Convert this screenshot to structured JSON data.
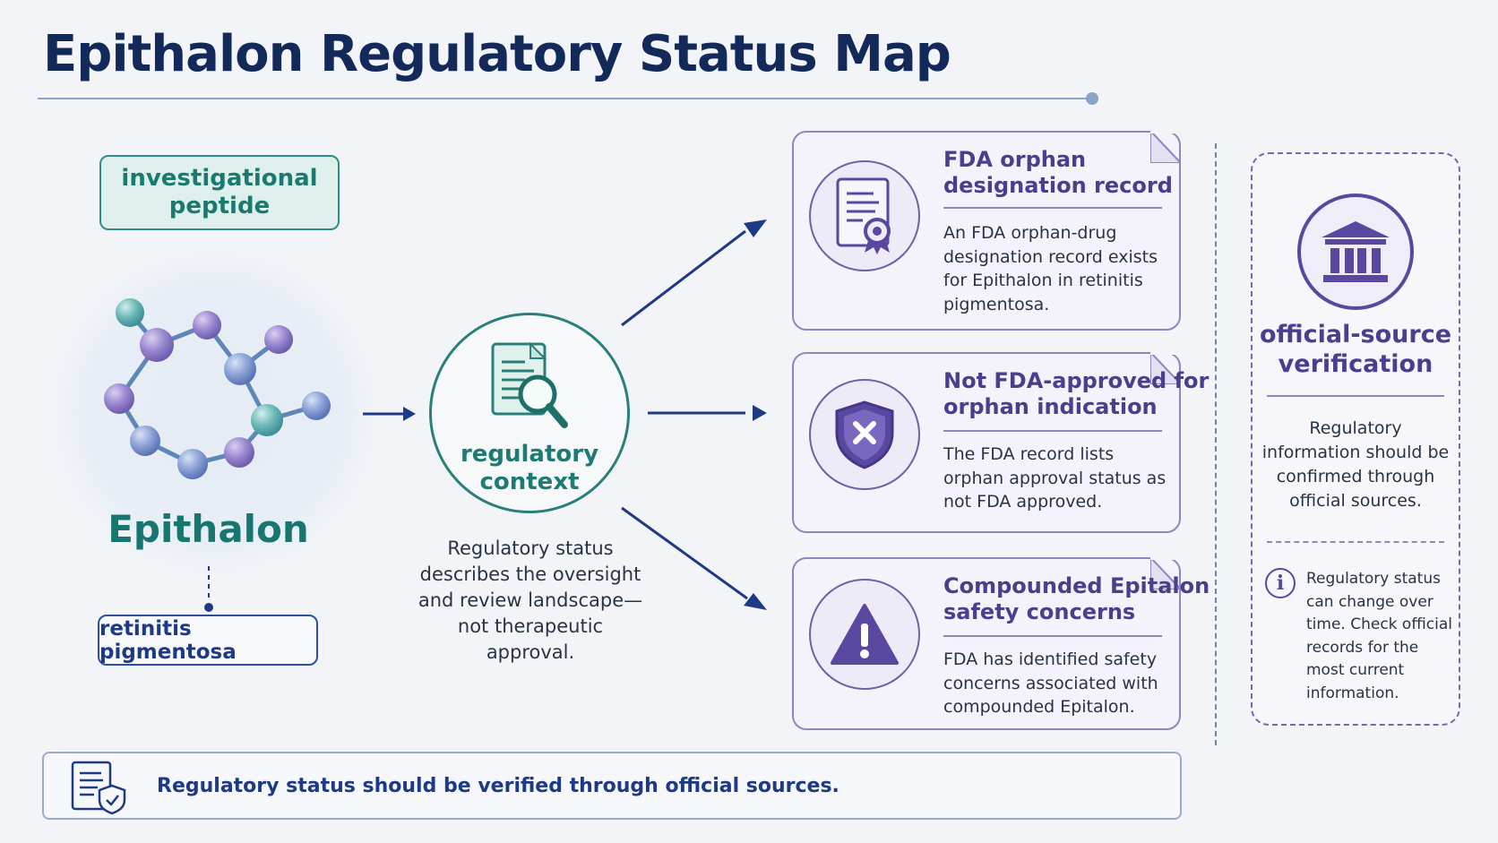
{
  "title": "Epithalon Regulatory Status Map",
  "left": {
    "tag_top": "investigational peptide",
    "compound_name": "Epithalon",
    "tag_bottom": "retinitis pigmentosa"
  },
  "center": {
    "label": "regulatory context",
    "description": "Regulatory status describes the oversight and review landscape—not therapeutic approval."
  },
  "cards": [
    {
      "title_line1": "FDA orphan",
      "title_line2": "designation record",
      "body": "An FDA orphan-drug designation record exists for Epithalon in retinitis pigmentosa.",
      "icon": "certificate-icon"
    },
    {
      "title_line1": "Not FDA-approved for",
      "title_line2": "orphan indication",
      "body": "The FDA record lists orphan approval status as not FDA approved.",
      "icon": "shield-x-icon"
    },
    {
      "title_line1": "Compounded Epitalon",
      "title_line2": "safety concerns",
      "body": "FDA has identified safety concerns associated with compounded Epitalon.",
      "icon": "warning-icon"
    }
  ],
  "side": {
    "title": "official-source verification",
    "body": "Regulatory information should be confirmed through official sources.",
    "info_text": "Regulatory status can change over time. Check official records for the most current information.",
    "icon": "institution-icon"
  },
  "footer": {
    "text": "Regulatory status should be verified through official sources.",
    "icon": "document-shield-icon"
  },
  "colors": {
    "title": "#13295a",
    "teal": "#2c8f86",
    "purple": "#5a47a0",
    "navy": "#1e3a86"
  }
}
